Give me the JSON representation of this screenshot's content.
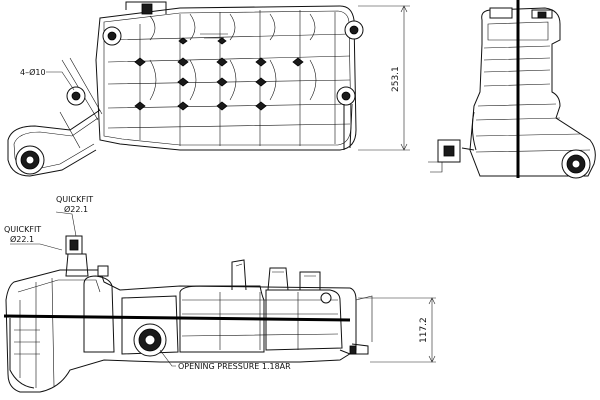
{
  "annotations": {
    "holes_label": "4–Ø10",
    "height_top": "253.1",
    "height_bottom": "117.2",
    "quickfit_1_title": "QUICKFIT",
    "quickfit_1_size": "Ø22.1",
    "quickfit_2_title": "QUICKFIT",
    "quickfit_2_size": "Ø22.1",
    "pressure_label": "OPENING PRESSURE 1.18AR"
  }
}
